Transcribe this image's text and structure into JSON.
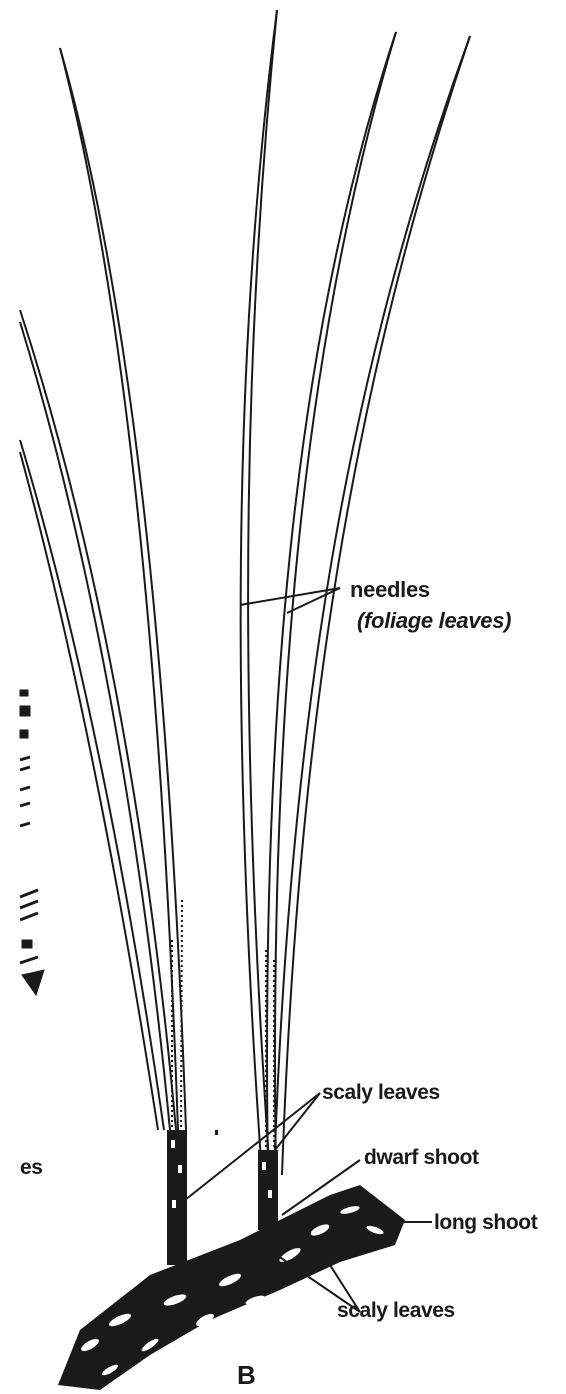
{
  "diagram": {
    "labels": {
      "needles": "needles",
      "foliage_leaves": "(foliage leaves)",
      "scaly_leaves_top": "scaly leaves",
      "dwarf_shoot": "dwarf shoot",
      "long_shoot": "long shoot",
      "scaly_leaves_bottom": "scaly leaves",
      "partial_left": "es",
      "panel_letter": "B"
    },
    "colors": {
      "ink": "#1a1a1a",
      "background": "#ffffff"
    }
  }
}
